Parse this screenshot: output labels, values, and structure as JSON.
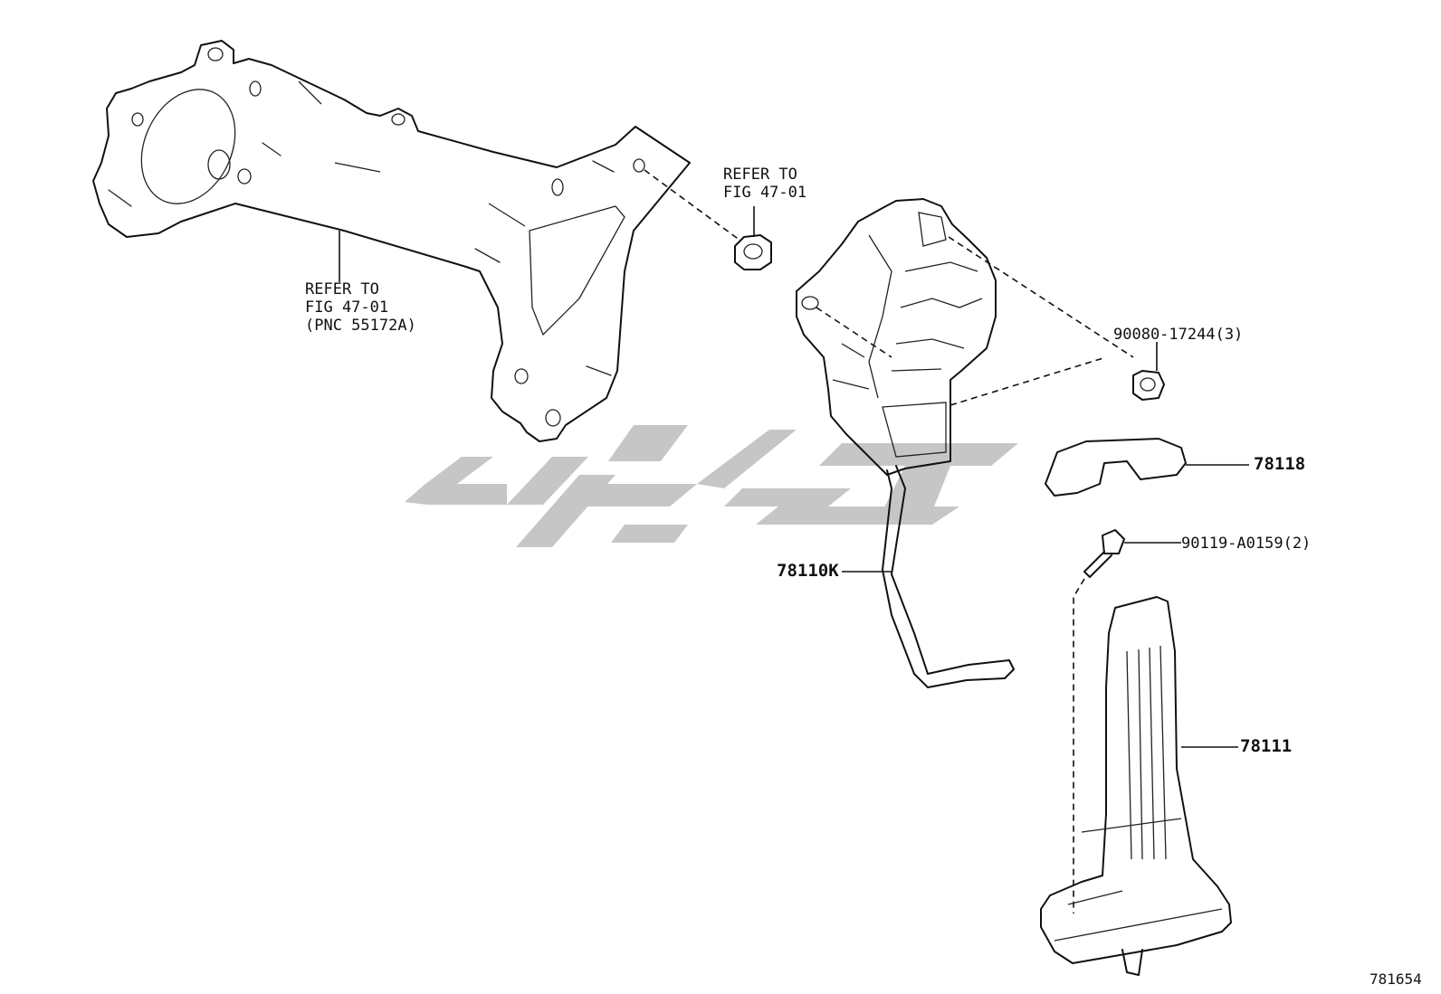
{
  "labels": {
    "refer_top_line1": "REFER TO",
    "refer_top_line2": "FIG 47-01",
    "refer_left_line1": "REFER TO",
    "refer_left_line2": "FIG 47-01",
    "refer_left_line3": "(PNC 55172A)",
    "nut": "90080-17244(3)",
    "cover": "78118",
    "bolt": "90119-A0159(2)",
    "pedal_arm": "78110K",
    "pedal_pad": "78111",
    "figure_number": "781654"
  },
  "icons": [
    "bracket-drawing",
    "bushing-drawing",
    "sensor-housing-drawing",
    "nut-drawing",
    "cover-drawing",
    "bolt-drawing",
    "pedal-arm-drawing",
    "pedal-pad-drawing",
    "watermark-logo"
  ]
}
